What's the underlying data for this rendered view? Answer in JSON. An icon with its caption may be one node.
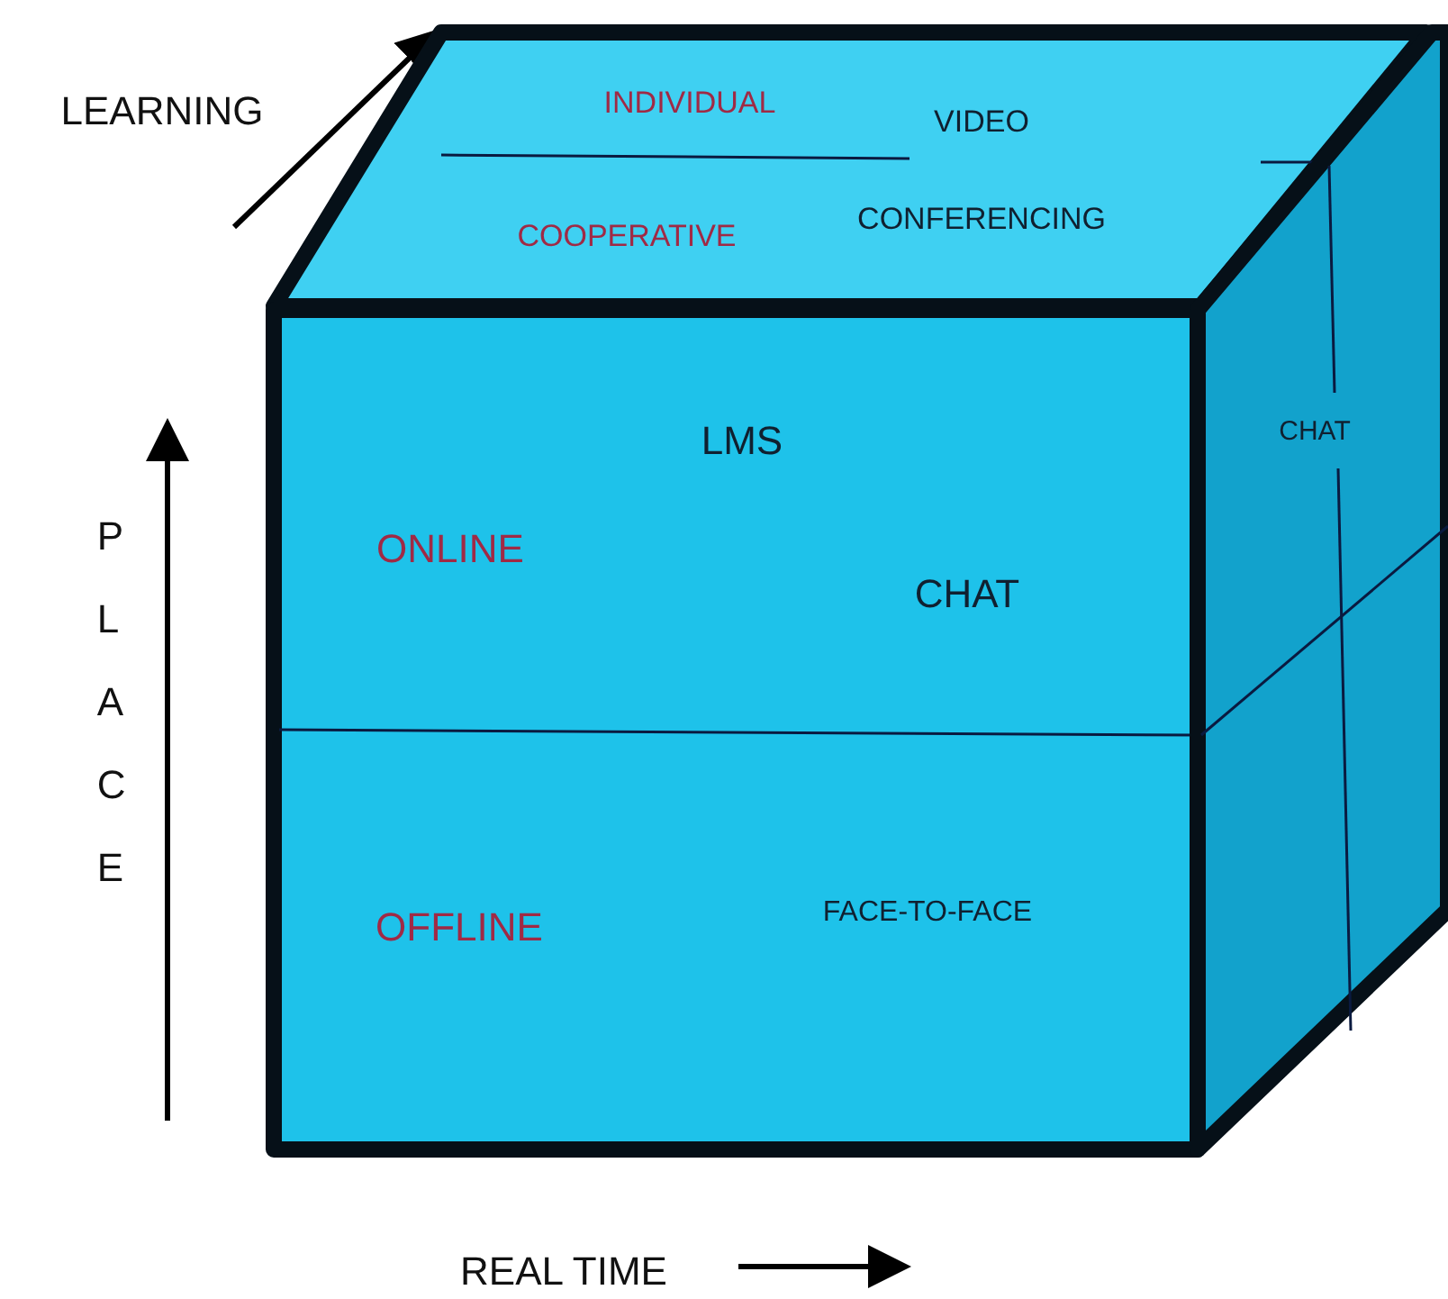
{
  "diagram": {
    "nodes": [
      {
        "text": [
          "INDIVIDUAL",
          "VIDEO CONFERENCING",
          "COOPERATIVE"
        ]
      },
      {
        "text": [
          "LMS",
          "ONLINE",
          "CHAT",
          "OFFLINE",
          "FACE-TO-FACE"
        ]
      },
      {
        "text": [
          "CHAT"
        ]
      }
    ],
    "edges": [],
    "labels": [
      "LEARNING",
      "PLACE",
      "REAL TIME"
    ]
  }
}
